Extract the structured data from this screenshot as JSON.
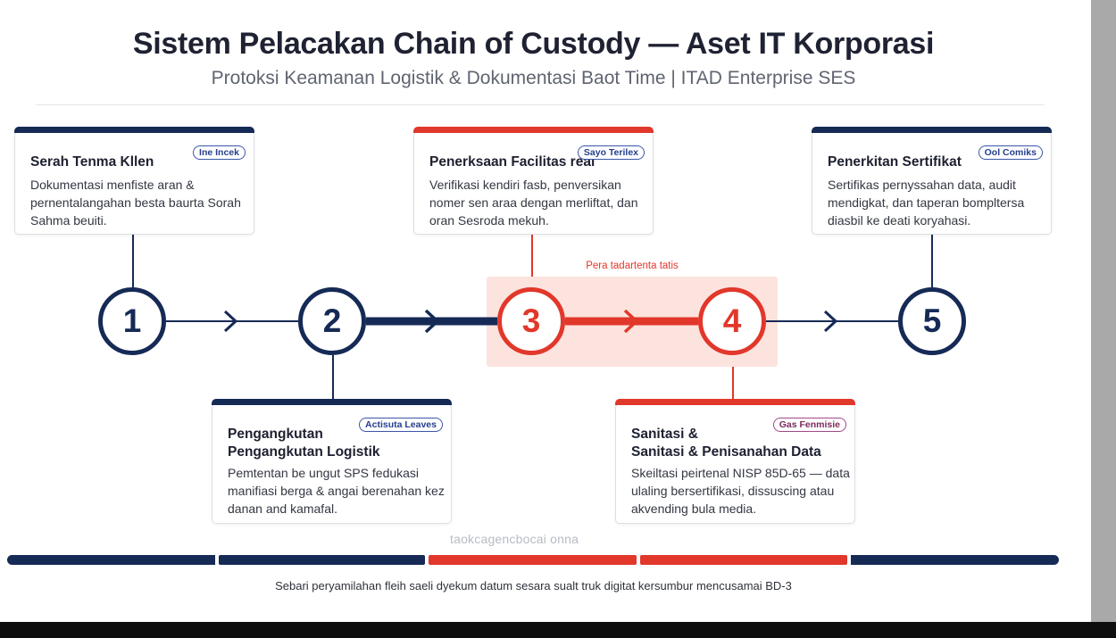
{
  "header": {
    "title": "Sistem Pelacakan Chain of Custody — Aset IT Korporasi",
    "subtitle": "Protoksi Keamanan Logistik & Dokumentasi Baot Time | ITAD Enterprise SES"
  },
  "steps": [
    {
      "number": "1",
      "title": "Serah Tenma Kllen",
      "tag": "Ine Incek",
      "description": "Dokumentasi menfiste aran & pernentalangahan besta baurta Sorah Sahma beuiti."
    },
    {
      "number": "2",
      "title": "Pengangkutan\nPengangkutan Logistik",
      "tag": "Actisuta Leaves",
      "description": "Pemtentan be ungut SPS fedukasi manifiasi berga & angai berenahan kez danan and kamafal."
    },
    {
      "number": "3",
      "title": "Penerksaan Facilitas real",
      "tag": "Sayo Terilex",
      "description": "Verifikasi kendiri fasb, penversikan nomer sen araa dengan merliftat, dan oran Sesroda mekuh."
    },
    {
      "number": "4",
      "title": "Sanitasi &\nSanitasi & Penisanahan Data",
      "tag": "Gas Fenmisie",
      "description": "Skeiltasi peirtenal NISP 85D-65 — data ulaling bersertifikasi, dissuscing atau akvending bula media."
    },
    {
      "number": "5",
      "title": "Penerkitan Sertifikat",
      "tag": "Ool Comiks",
      "description": "Sertifikas pernyssahan data, audit mendigkat, dan taperan bompltersa diasbil ke deati koryahasi."
    }
  ],
  "highlight_label": "Pera tadartenta tatis",
  "watermark": "taokcagencbocai onna",
  "footnote": "Sebari peryamilahan fleih saeli dyekum datum sesara sualt truk digitat kersumbur mencusamai BD-3",
  "colors": {
    "navy": "#162a56",
    "red": "#e2372b",
    "highlight": "#fde3de"
  }
}
